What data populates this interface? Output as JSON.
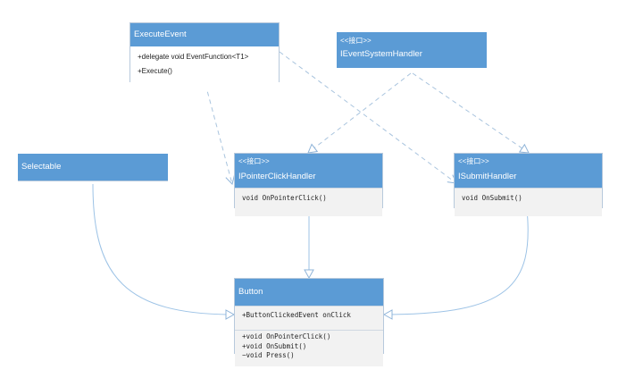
{
  "classes": {
    "execute_event": {
      "name": "ExecuteEvent",
      "members": [
        "+delegate void EventFunction<T1>",
        "+Execute()"
      ]
    },
    "ievent_system_handler": {
      "stereotype": "<<接口>>",
      "name": "IEventSystemHandler"
    },
    "selectable": {
      "name": "Selectable"
    },
    "ipointer_click_handler": {
      "stereotype": "<<接口>>",
      "name": "IPointerClickHandler",
      "methods": [
        "void OnPointerClick()"
      ]
    },
    "isubmit_handler": {
      "stereotype": "<<接口>>",
      "name": "ISubmitHandler",
      "methods": [
        "void OnSubmit()"
      ]
    },
    "button": {
      "name": "Button",
      "attributes": [
        "+ButtonClickedEvent onClick"
      ],
      "methods": [
        "+void OnPointerClick()",
        "+void OnSubmit()",
        "−void Press()"
      ]
    }
  },
  "colors": {
    "header": "#5b9bd5",
    "line": "#9dc3e6",
    "dashed_line": "#a9c4de"
  }
}
